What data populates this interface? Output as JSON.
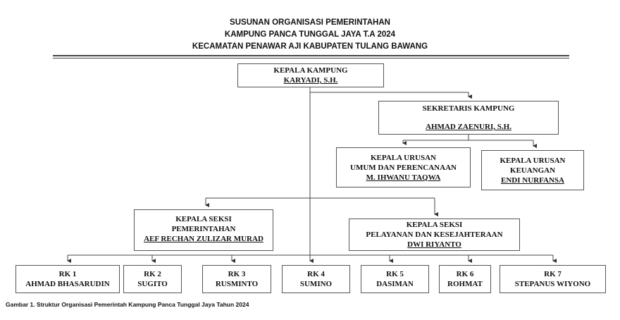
{
  "header": {
    "line1": "SUSUNAN ORGANISASI PEMERINTAHAN",
    "line2": "KAMPUNG PANCA TUNGGAL  JAYA T.A 2024",
    "line3": "KECAMATAN  PENAWAR AJI  KABUPATEN TULANG BAWANG"
  },
  "kepala": {
    "title": "KEPALA KAMPUNG",
    "name": "KARYADI, S.H."
  },
  "sekretaris": {
    "title": "SEKRETARIS KAMPUNG",
    "name": "AHMAD ZAENURI, S.H."
  },
  "kaur_umum": {
    "title": "KEPALA URUSAN",
    "sub": "UMUM DAN PERENCANAAN",
    "name": "M. IHWANU TAQWA"
  },
  "kaur_keuangan": {
    "title": "KEPALA URUSAN",
    "sub": "KEUANGAN",
    "name": "ENDI NURFANSA"
  },
  "kasi_pem": {
    "title": "KEPALA SEKSI",
    "sub": "PEMERINTAHAN",
    "name": "AEF RECHAN ZULIZAR MURAD"
  },
  "kasi_pel": {
    "title": "KEPALA SEKSI",
    "sub": "PELAYANAN DAN KESEJAHTERAAN",
    "name": "DWI RIYANTO"
  },
  "rk": [
    {
      "label": "RK 1",
      "name": "AHMAD BHASARUDIN"
    },
    {
      "label": "RK 2",
      "name": "SUGITO"
    },
    {
      "label": "RK 3",
      "name": "RUSMINTO"
    },
    {
      "label": "RK 4",
      "name": "SUMINO"
    },
    {
      "label": "RK 5",
      "name": "DASIMAN"
    },
    {
      "label": "RK 6",
      "name": "ROHMAT"
    },
    {
      "label": "RK 7",
      "name": "STEPANUS WIYONO"
    }
  ],
  "caption": "Gambar 1. Struktur Organisasi Pemerintah Kampung Panca Tunggal Jaya Tahun 2024"
}
